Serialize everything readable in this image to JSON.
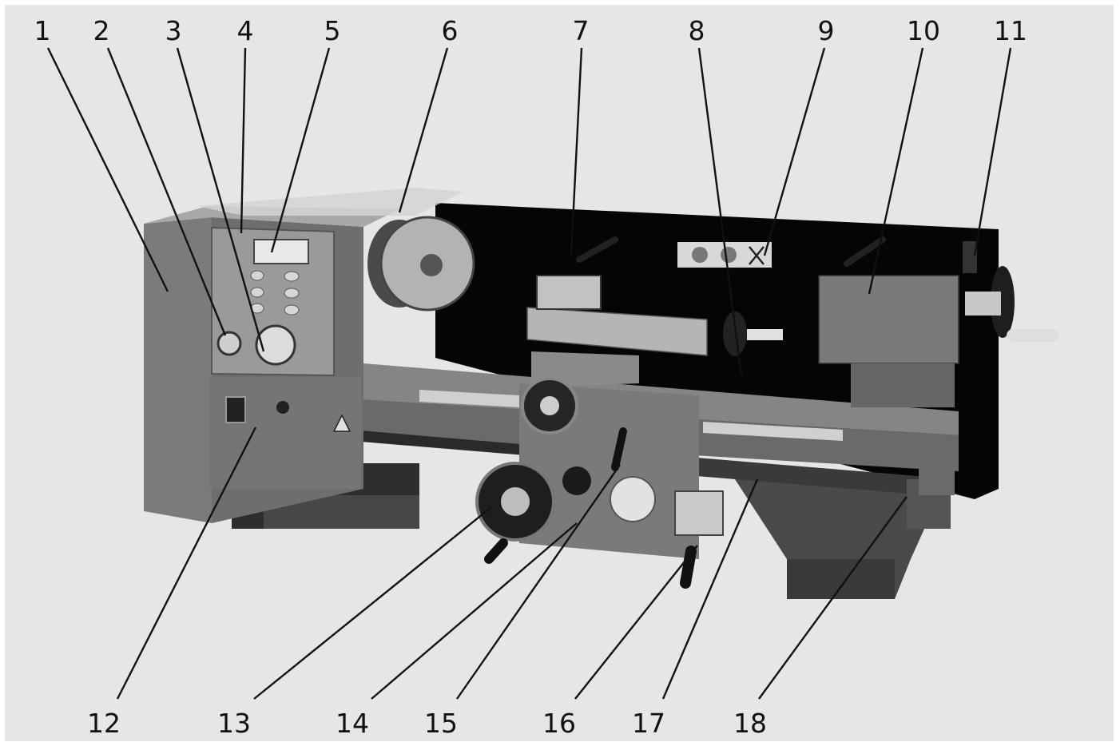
{
  "diagram": {
    "subject": "lathe",
    "colors": {
      "background": "#e6e6e6",
      "machine_body": "#666666",
      "machine_dark": "#3a3a3a",
      "panel": "#8a8a8a",
      "light_metal": "#bdbdbd",
      "black_shield": "#050505",
      "labels": "#111111"
    },
    "callouts": [
      {
        "id": "1",
        "label": "1"
      },
      {
        "id": "2",
        "label": "2"
      },
      {
        "id": "3",
        "label": "3"
      },
      {
        "id": "4",
        "label": "4"
      },
      {
        "id": "5",
        "label": "5"
      },
      {
        "id": "6",
        "label": "6"
      },
      {
        "id": "7",
        "label": "7"
      },
      {
        "id": "8",
        "label": "8"
      },
      {
        "id": "9",
        "label": "9"
      },
      {
        "id": "10",
        "label": "10"
      },
      {
        "id": "11",
        "label": "11"
      },
      {
        "id": "12",
        "label": "12"
      },
      {
        "id": "13",
        "label": "13"
      },
      {
        "id": "14",
        "label": "14"
      },
      {
        "id": "15",
        "label": "15"
      },
      {
        "id": "16",
        "label": "16"
      },
      {
        "id": "17",
        "label": "17"
      },
      {
        "id": "18",
        "label": "18"
      }
    ]
  }
}
